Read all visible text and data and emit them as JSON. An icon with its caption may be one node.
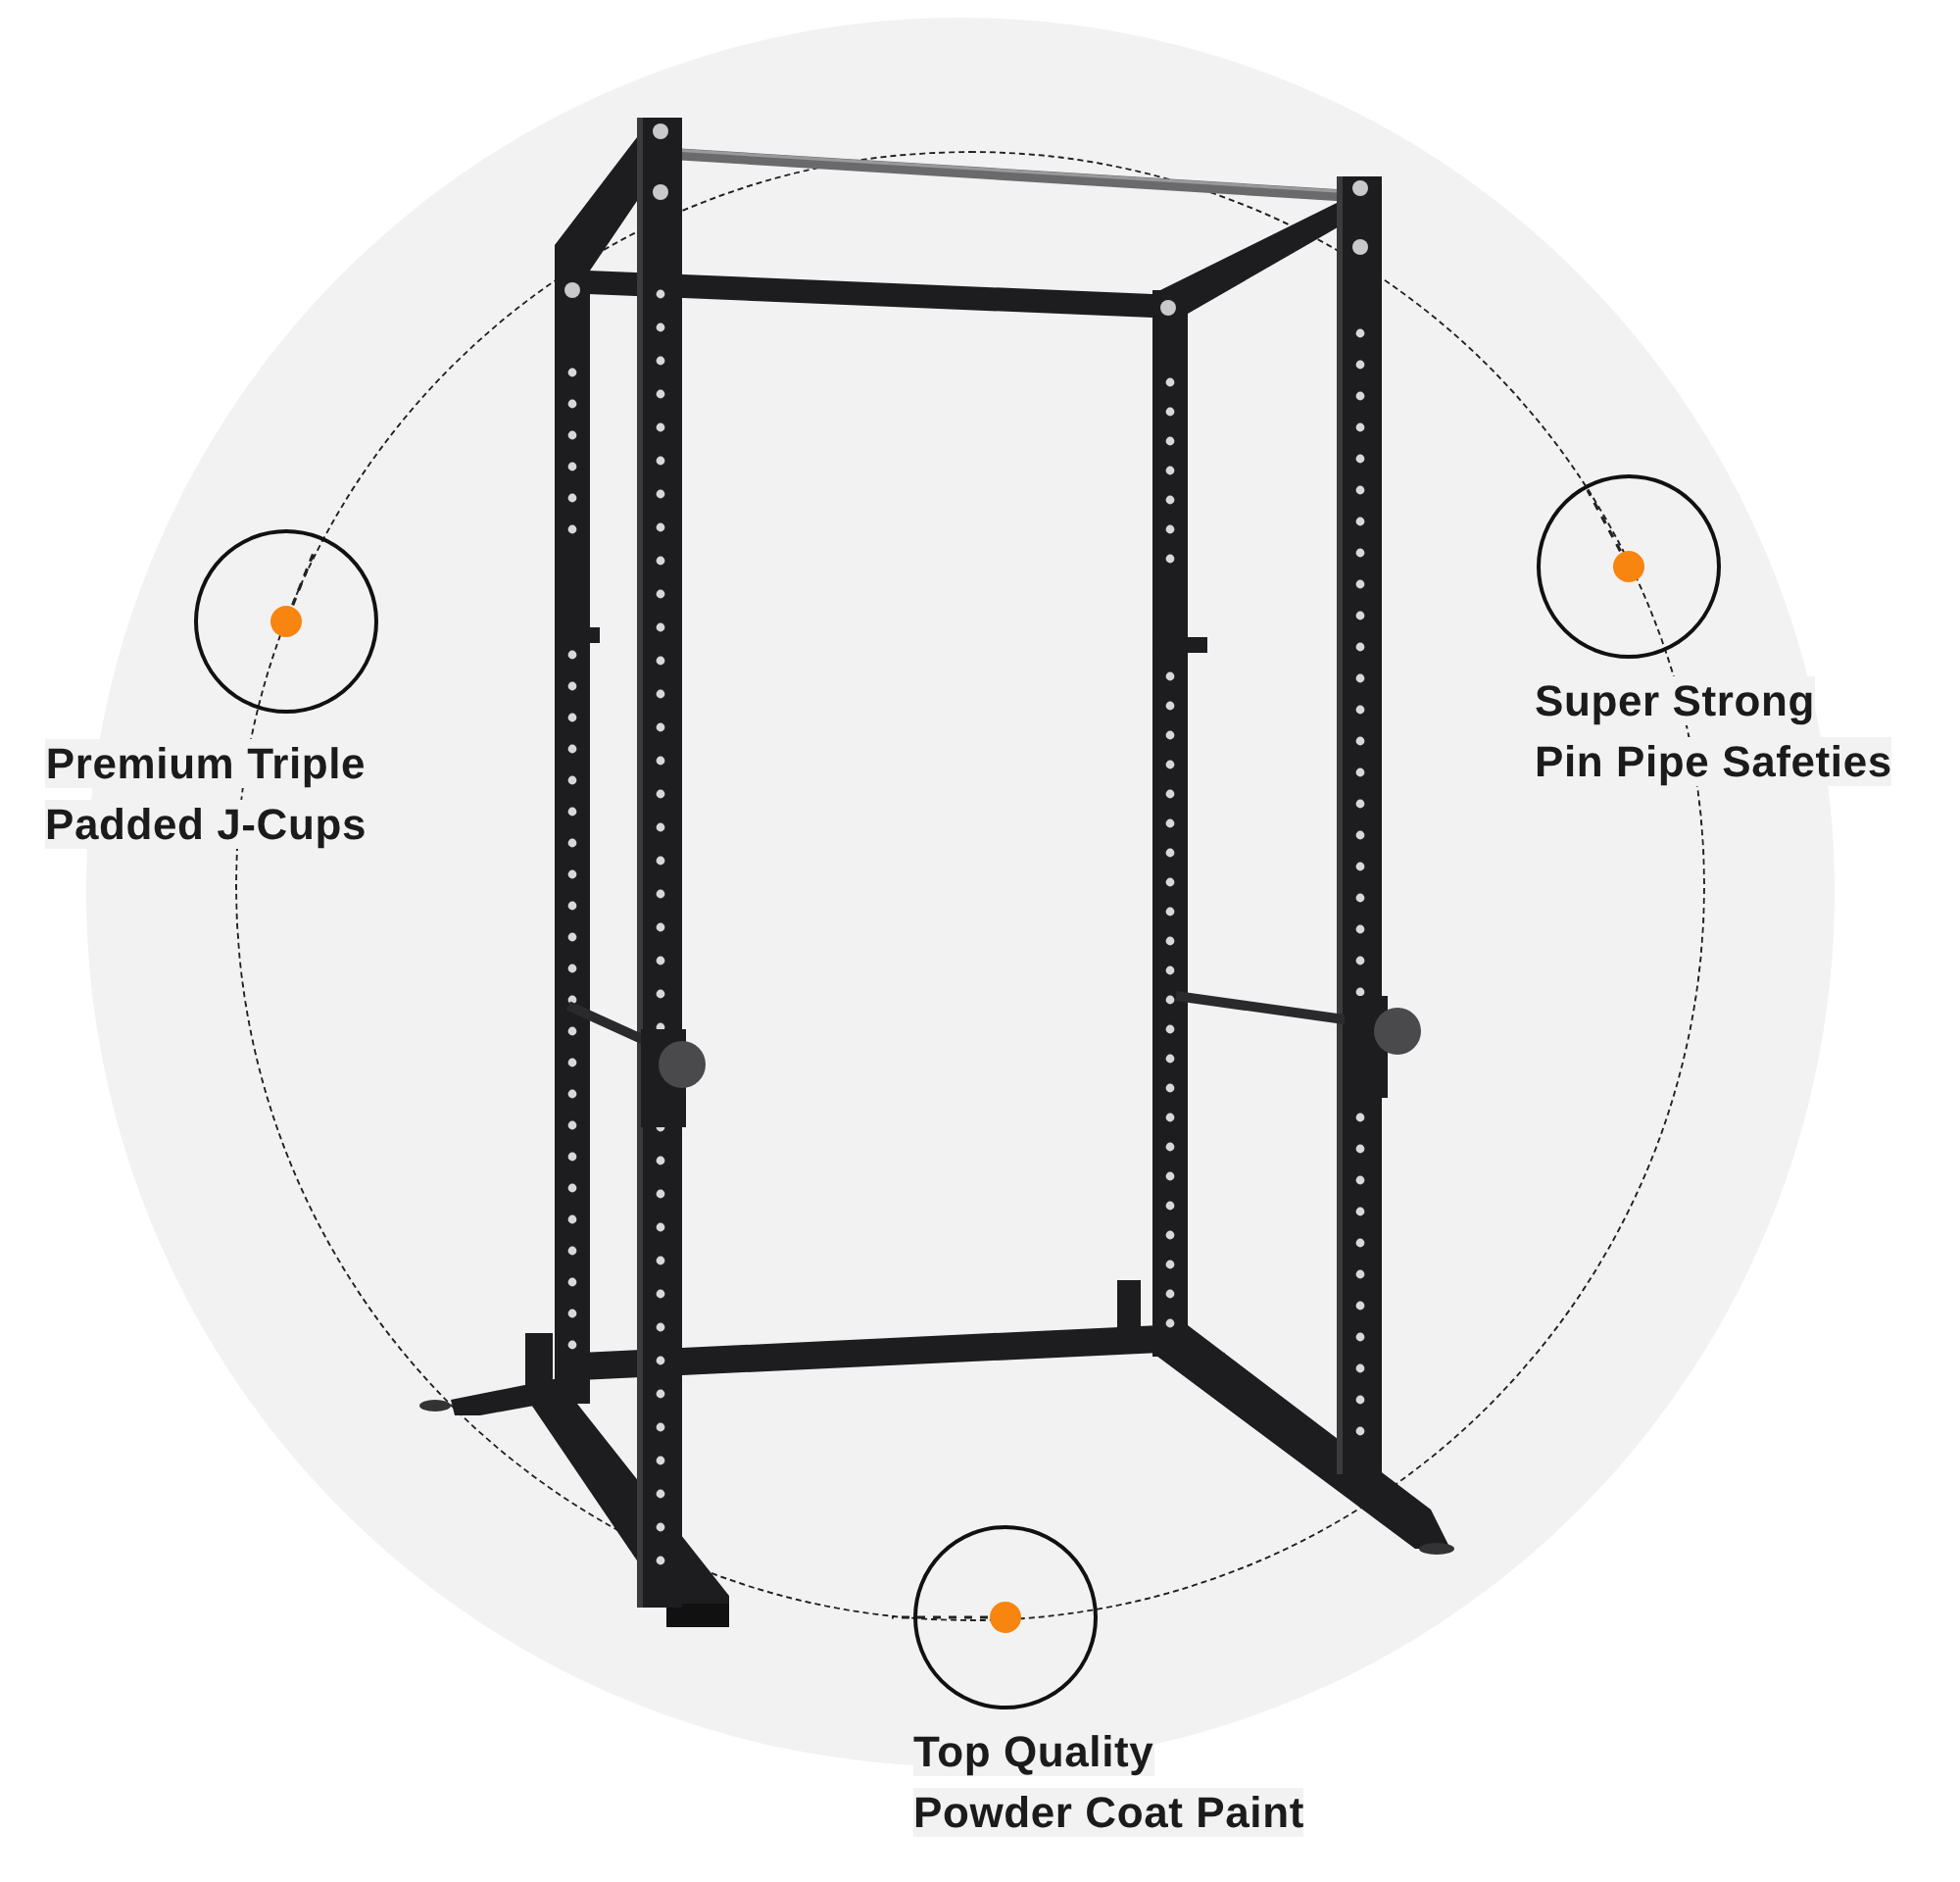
{
  "diagram": {
    "nodes": [
      {
        "text": [],
        "shape": "circle"
      },
      {
        "text": [
          "Premium Triple Padded J-Cups"
        ]
      },
      {
        "text": [
          "Super Strong Pin Pipe Safeties"
        ]
      },
      {
        "text": [
          "Top Quality Powder Coat Paint"
        ]
      }
    ],
    "edges": [
      {
        "from": 1,
        "to": 0,
        "arrow": "none",
        "style": "dashed"
      },
      {
        "from": 2,
        "to": 0,
        "arrow": "none",
        "style": "dashed"
      },
      {
        "from": 3,
        "to": 0,
        "arrow": "none",
        "style": "dashed"
      }
    ]
  }
}
